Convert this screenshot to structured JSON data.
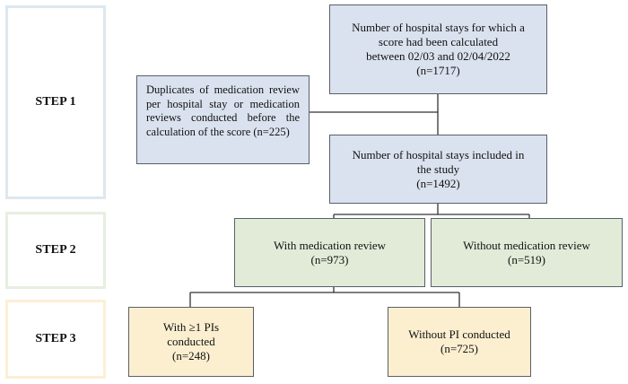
{
  "steps": [
    {
      "label": "STEP 1",
      "border_color": "#dde7ef"
    },
    {
      "label": "STEP 2",
      "border_color": "#e7efe0"
    },
    {
      "label": "STEP 3",
      "border_color": "#fcefd6"
    }
  ],
  "boxes": {
    "calculated": {
      "line1": "Number of hospital stays for which a",
      "line2": "score had been calculated",
      "line3": "between 02/03 and 02/04/2022",
      "count": "(n=1717)"
    },
    "excluded": {
      "text": "Duplicates of medication review per hospital stay or medication reviews conducted before the calculation of the score (n=225)"
    },
    "included": {
      "line1": "Number of hospital stays included in",
      "line2": "the study",
      "count": "(n=1492)"
    },
    "with_review": {
      "label": "With medication review",
      "count": "(n=973)"
    },
    "without_review": {
      "label": "Without medication review",
      "count": "(n=519)"
    },
    "with_pi": {
      "label": "With ≥1 PIs conducted",
      "count": "(n=248)"
    },
    "without_pi": {
      "label": "Without PI conducted",
      "count": "(n=725)"
    }
  },
  "colors": {
    "blue_box": "#dbe2ef",
    "green_box": "#e1ebd8",
    "orange_box": "#fcefd0",
    "box_border": "#5a5f69",
    "connector": "#333333"
  }
}
